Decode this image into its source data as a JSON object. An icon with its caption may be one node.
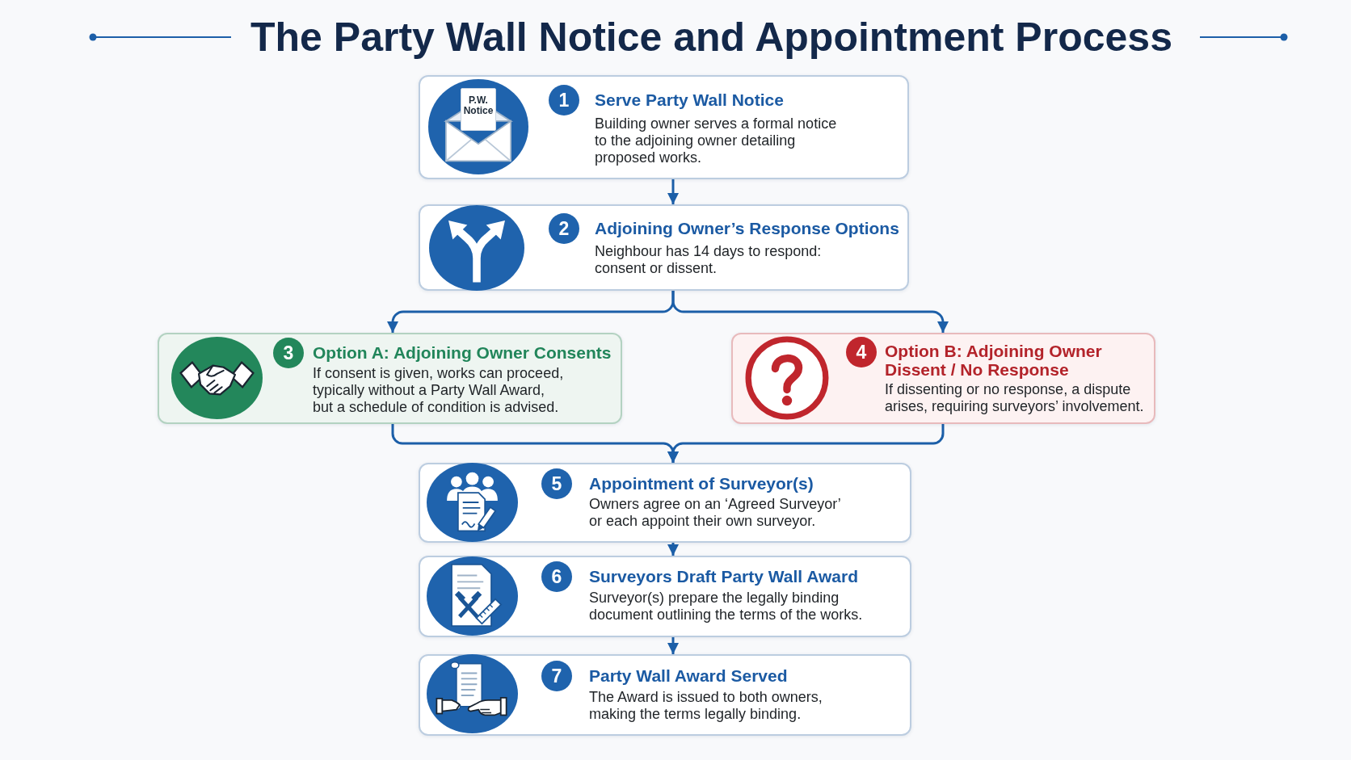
{
  "diagram": {
    "title": "The Party Wall Notice and Appointment Process",
    "nodes": [
      {
        "text": [
          "1",
          "Serve Party Wall Notice",
          "Building owner serves a formal notice to the adjoining owner detailing proposed works."
        ]
      },
      {
        "text": [
          "2",
          "Adjoining Owner’s Response Options",
          "Neighbour has 14 days to respond: consent or dissent."
        ]
      },
      {
        "text": [
          "3",
          "Option A: Adjoining Owner Consents",
          "If consent is given, works can proceed, typically without a Party Wall Award, but a schedule of condition is advised."
        ]
      },
      {
        "text": [
          "4",
          "Option B: Adjoining Owner Dissent / No Response",
          "If dissenting or no response, a dispute arises, requiring surveyors’ involvement."
        ]
      },
      {
        "text": [
          "5",
          "Appointment of Surveyor(s)",
          "Owners agree on an ‘Agreed Surveyor’ or each appoint their own surveyor."
        ]
      },
      {
        "text": [
          "6",
          "Surveyors Draft Party Wall Award",
          "Surveyor(s) prepare the legally binding document outlining the terms of the works."
        ]
      },
      {
        "text": [
          "7",
          "Party Wall Award Served",
          "The Award is issued to both owners, making the terms legally binding."
        ]
      }
    ],
    "edges": [
      {
        "from": 0,
        "to": 1,
        "arrow": "to"
      },
      {
        "from": 1,
        "to": 2,
        "arrow": "to"
      },
      {
        "from": 1,
        "to": 3,
        "arrow": "to"
      },
      {
        "from": 2,
        "to": 4,
        "arrow": "to"
      },
      {
        "from": 3,
        "to": 4,
        "arrow": "to"
      },
      {
        "from": 4,
        "to": 5,
        "arrow": "to"
      },
      {
        "from": 5,
        "to": 6,
        "arrow": "to"
      }
    ],
    "labels": [
      "P.W. Notice"
    ]
  }
}
